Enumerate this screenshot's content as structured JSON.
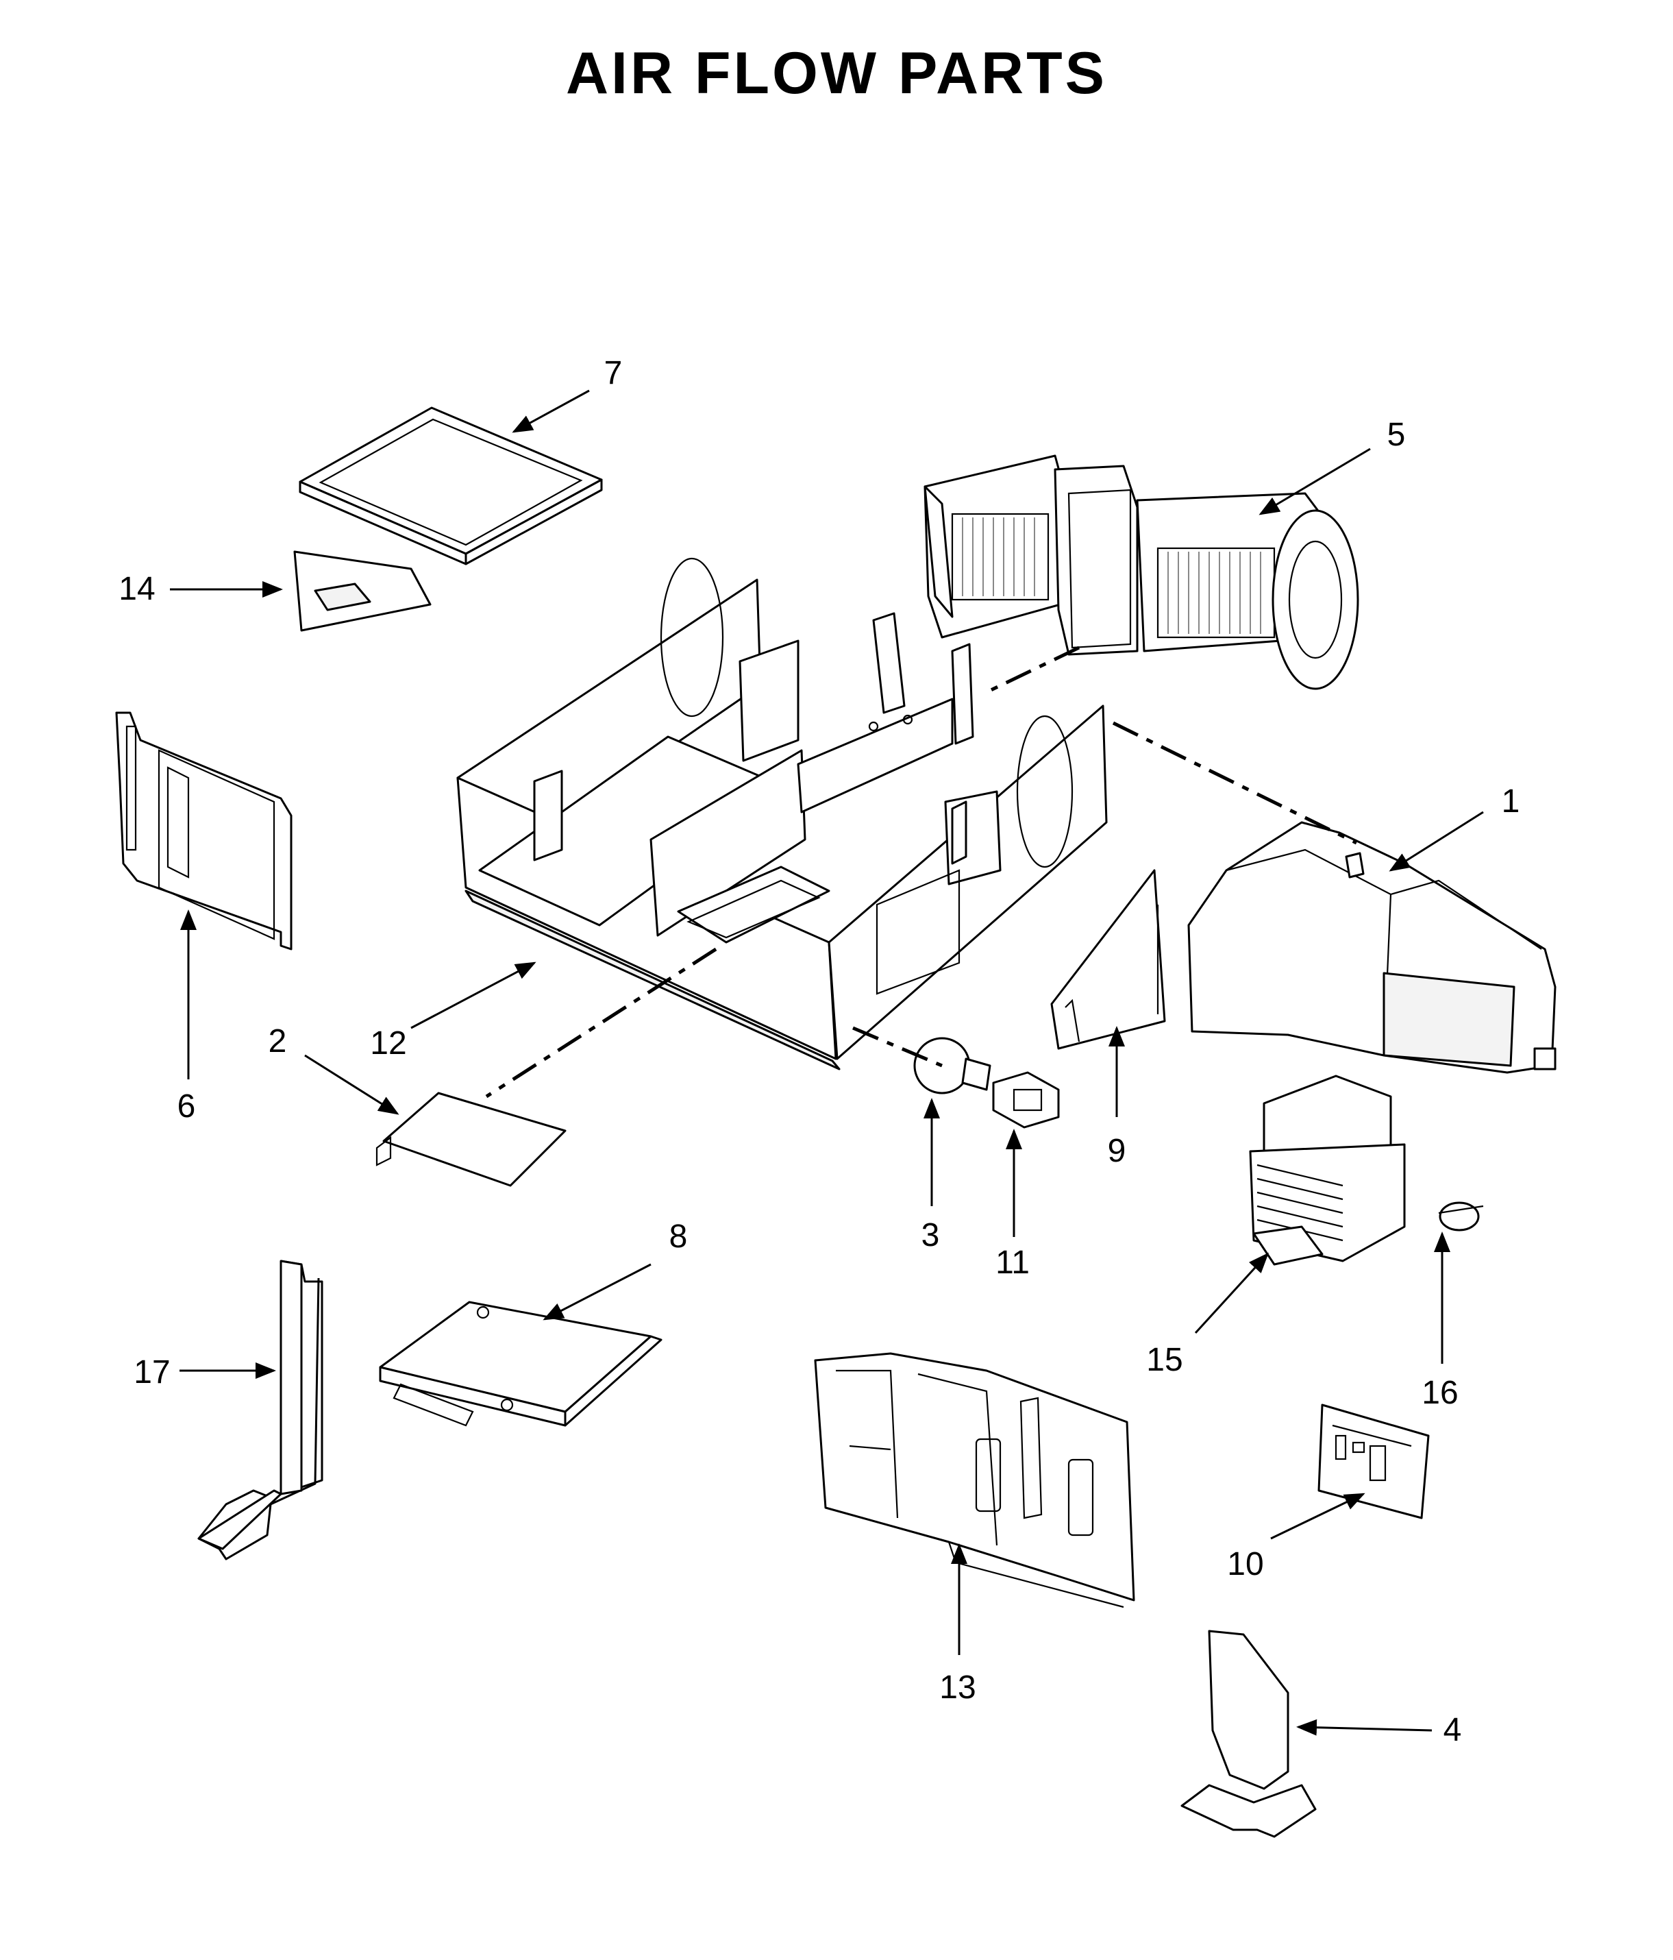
{
  "title": "AIR FLOW PARTS",
  "callouts": [
    "1",
    "2",
    "3",
    "4",
    "5",
    "6",
    "7",
    "8",
    "9",
    "10",
    "11",
    "12",
    "13",
    "14",
    "15",
    "16",
    "17"
  ]
}
